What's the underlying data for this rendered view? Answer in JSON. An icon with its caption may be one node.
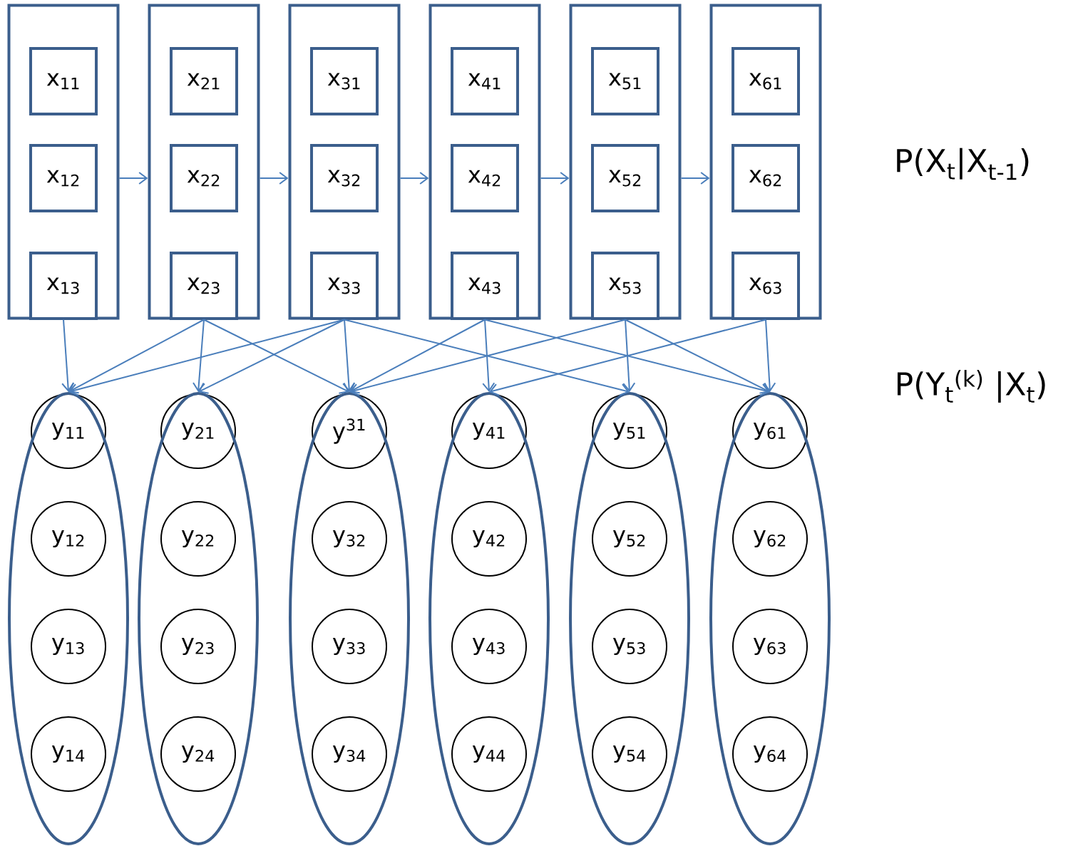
{
  "diagram": {
    "nodes": [
      {
        "text": [],
        "shape": "box"
      },
      {
        "text": [
          "x$_{11}$"
        ],
        "in": 0
      },
      {
        "text": [
          "x$_{12}$"
        ],
        "in": 0
      },
      {
        "text": [
          "x$_{13}$"
        ],
        "in": 0
      },
      {
        "text": [],
        "shape": "box"
      },
      {
        "text": [
          "x$_{21}$"
        ],
        "in": 4
      },
      {
        "text": [
          "x$_{22}$"
        ],
        "in": 4
      },
      {
        "text": [
          "x$_{23}$"
        ],
        "in": 4
      },
      {
        "text": [],
        "shape": "box"
      },
      {
        "text": [
          "x$_{31}$"
        ],
        "in": 8
      },
      {
        "text": [
          "x$_{32}$"
        ],
        "in": 8
      },
      {
        "text": [
          "x$_{33}$"
        ],
        "in": 8
      },
      {
        "text": [],
        "shape": "box"
      },
      {
        "text": [
          "x$_{41}$"
        ],
        "in": 12
      },
      {
        "text": [
          "x$_{42}$"
        ],
        "in": 12
      },
      {
        "text": [
          "x$_{43}$"
        ],
        "in": 12
      },
      {
        "text": [],
        "shape": "box"
      },
      {
        "text": [
          "x$_{51}$"
        ],
        "in": 16
      },
      {
        "text": [
          "x$_{52}$"
        ],
        "in": 16
      },
      {
        "text": [
          "x$_{53}$"
        ],
        "in": 16
      },
      {
        "text": [],
        "shape": "box"
      },
      {
        "text": [
          "x$_{61}$"
        ],
        "in": 20
      },
      {
        "text": [
          "x$_{62}$"
        ],
        "in": 20
      },
      {
        "text": [
          "x$_{63}$"
        ],
        "in": 20
      },
      {
        "text": [],
        "shape": "ellipse"
      },
      {
        "text": [
          "y$_{11}$"
        ],
        "in": 24
      },
      {
        "text": [
          "y$_{12}$"
        ],
        "in": 24
      },
      {
        "text": [
          "y$_{13}$"
        ],
        "in": 24
      },
      {
        "text": [
          "y$_{14}$"
        ],
        "in": 24
      },
      {
        "text": [],
        "shape": "ellipse"
      },
      {
        "text": [
          "y$_{21}$"
        ],
        "in": 29
      },
      {
        "text": [
          "y$_{22}$"
        ],
        "in": 29
      },
      {
        "text": [
          "y$_{23}$"
        ],
        "in": 29
      },
      {
        "text": [
          "y$_{24}$"
        ],
        "in": 29
      },
      {
        "text": [],
        "shape": "ellipse"
      },
      {
        "text": [
          "y$^{31}$"
        ],
        "in": 34
      },
      {
        "text": [
          "y$_{32}$"
        ],
        "in": 34
      },
      {
        "text": [
          "y$_{33}$"
        ],
        "in": 34
      },
      {
        "text": [
          "y$_{34}$"
        ],
        "in": 34
      },
      {
        "text": [],
        "shape": "ellipse"
      },
      {
        "text": [
          "y$_{41}$"
        ],
        "in": 39
      },
      {
        "text": [
          "y$_{42}$"
        ],
        "in": 39
      },
      {
        "text": [
          "y$_{43}$"
        ],
        "in": 39
      },
      {
        "text": [
          "y$_{44}$"
        ],
        "in": 39
      },
      {
        "text": [],
        "shape": "ellipse"
      },
      {
        "text": [
          "y$_{51}$"
        ],
        "in": 44
      },
      {
        "text": [
          "y$_{52}$"
        ],
        "in": 44
      },
      {
        "text": [
          "y$_{53}$"
        ],
        "in": 44
      },
      {
        "text": [
          "y$_{54}$"
        ],
        "in": 44
      },
      {
        "text": [],
        "shape": "ellipse"
      },
      {
        "text": [
          "y$_{61}$"
        ],
        "in": 49
      },
      {
        "text": [
          "y$_{62}$"
        ],
        "in": 49
      },
      {
        "text": [
          "y$_{63}$"
        ],
        "in": 49
      },
      {
        "text": [
          "y$_{64}$"
        ],
        "in": 49
      }
    ],
    "edges": [
      {
        "from": 0,
        "to": 4,
        "arrow": "to"
      },
      {
        "from": 4,
        "to": 8,
        "arrow": "to"
      },
      {
        "from": 8,
        "to": 12,
        "arrow": "to"
      },
      {
        "from": 12,
        "to": 16,
        "arrow": "to"
      },
      {
        "from": 16,
        "to": 20,
        "arrow": "to"
      },
      {
        "from": 0,
        "to": 24,
        "arrow": "to"
      },
      {
        "from": 4,
        "to": 24,
        "arrow": "to"
      },
      {
        "from": 4,
        "to": 29,
        "arrow": "to"
      },
      {
        "from": 4,
        "to": 34,
        "arrow": "to"
      },
      {
        "from": 8,
        "to": 24,
        "arrow": "to"
      },
      {
        "from": 8,
        "to": 29,
        "arrow": "to"
      },
      {
        "from": 8,
        "to": 34,
        "arrow": "to"
      },
      {
        "from": 8,
        "to": 44,
        "arrow": "to"
      },
      {
        "from": 12,
        "to": 34,
        "arrow": "to"
      },
      {
        "from": 12,
        "to": 39,
        "arrow": "to"
      },
      {
        "from": 12,
        "to": 49,
        "arrow": "to"
      },
      {
        "from": 16,
        "to": 34,
        "arrow": "to"
      },
      {
        "from": 16,
        "to": 44,
        "arrow": "to"
      },
      {
        "from": 16,
        "to": 49,
        "arrow": "to"
      },
      {
        "from": 20,
        "to": 39,
        "arrow": "to"
      },
      {
        "from": 20,
        "to": 49,
        "arrow": "to"
      }
    ],
    "labels": [
      "P(X$_{t}$|X$_{t-1}$)",
      "P(Y$_{t}$$^{(k)}$ |X$_{t}$)"
    ]
  }
}
